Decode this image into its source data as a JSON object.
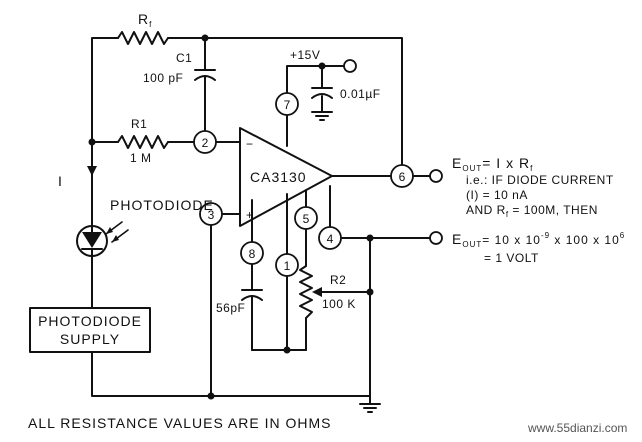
{
  "diagram": {
    "labels": {
      "rf_top": "R",
      "rf_top_sub": "f",
      "c1_name": "C1",
      "c1_value": "100 pF",
      "r1_name": "R1",
      "r1_value": "1 M",
      "supply_voltage": "+15V",
      "decoupling_cap": "0.01µF",
      "current_label": "I",
      "photodiode": "PHOTODIODE",
      "opamp_name": "CA3130",
      "minus_sign": "−",
      "plus_sign": "+",
      "c_comp": "56pF",
      "r2_name": "R2",
      "r2_value": "100 K",
      "supply_box_line1": "PHOTODIODE",
      "supply_box_line2": "SUPPLY",
      "footer_note": "ALL RESISTANCE VALUES ARE IN OHMS",
      "watermark": "www.55dianzi.com"
    },
    "pins": {
      "p2": "2",
      "p3": "3",
      "p4": "4",
      "p5": "5",
      "p6": "6",
      "p7": "7",
      "p8": "8",
      "p1": "1"
    },
    "annotations": {
      "eout1_main": "E",
      "eout1_sub": "OUT",
      "eout1_rest": "= I x R",
      "eout1_sub2": "f",
      "note_line1": "i.e.: IF DIODE CURRENT",
      "note_line2": "(I) = 10 nA",
      "note_line3": "AND R",
      "note_line3_sub": "f",
      "note_line3_rest": " = 100M, THEN",
      "eout2_main": "E",
      "eout2_sub": "OUT",
      "eout2_rest1": "= 10 x 10",
      "eout2_exp1": "-9",
      "eout2_rest2": " x 100 x 10",
      "eout2_exp2": "6",
      "eout2_result": "= 1 VOLT"
    }
  }
}
